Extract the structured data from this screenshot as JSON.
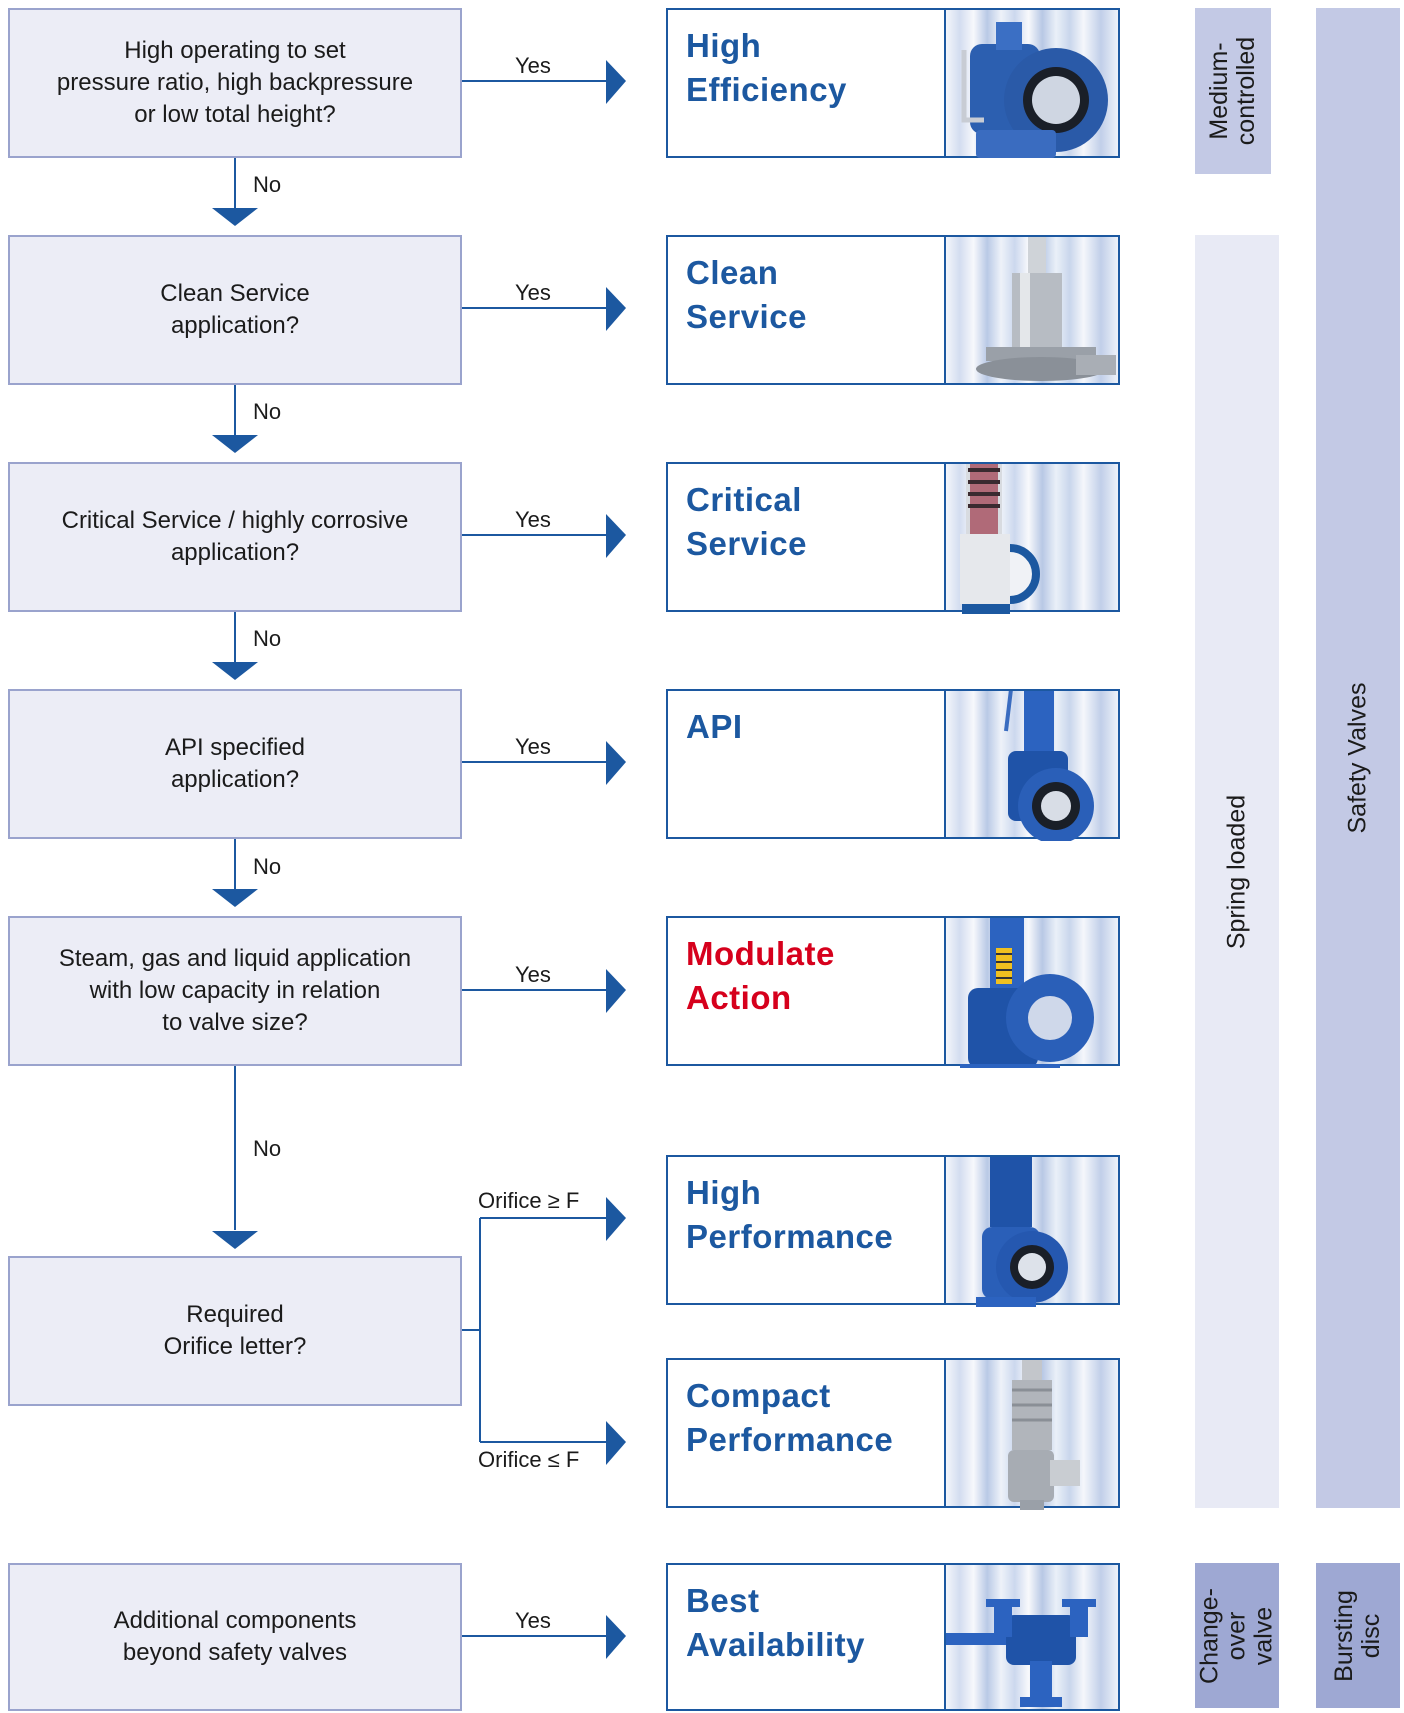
{
  "questions": [
    "High operating to set\npressure ratio, high backpressure\nor low total height?",
    "Clean Service\napplication?",
    "Critical Service / highly corrosive\napplication?",
    "API specified\napplication?",
    "Steam, gas and liquid application\nwith low capacity in relation\nto valve size?",
    "Required\nOrifice letter?",
    "Additional components\nbeyond safety valves"
  ],
  "labels": {
    "yes": "Yes",
    "no": "No",
    "orifice_ge": "Orifice ≥ F",
    "orifice_le": "Orifice ≤ F"
  },
  "results": [
    {
      "text": "High\nEfficiency",
      "color": "#1c58a0"
    },
    {
      "text": "Clean\nService",
      "color": "#1c58a0"
    },
    {
      "text": "Critical\nService",
      "color": "#1c58a0"
    },
    {
      "text": "API",
      "color": "#1c58a0"
    },
    {
      "text": "Modulate\nAction",
      "color": "#d6001c"
    },
    {
      "text": "High\nPerformance",
      "color": "#1c58a0"
    },
    {
      "text": "Compact\nPerformance",
      "color": "#1c58a0"
    },
    {
      "text": "Best\nAvailability",
      "color": "#1c58a0"
    }
  ],
  "categories": {
    "medium_controlled": "Medium-\ncontrolled",
    "spring_loaded": "Spring loaded",
    "safety_valves": "Safety Valves",
    "change_over_valve": "Change-\nover valve",
    "bursting_disc": "Bursting\ndisc"
  },
  "colors": {
    "arrow": "#1c58a0",
    "box_fill": "#ecedf6",
    "box_border": "#9aa3cd",
    "bar_light": "#e8eaf5",
    "bar_mid": "#c3c9e5",
    "bar_dark": "#9ea8d3"
  }
}
